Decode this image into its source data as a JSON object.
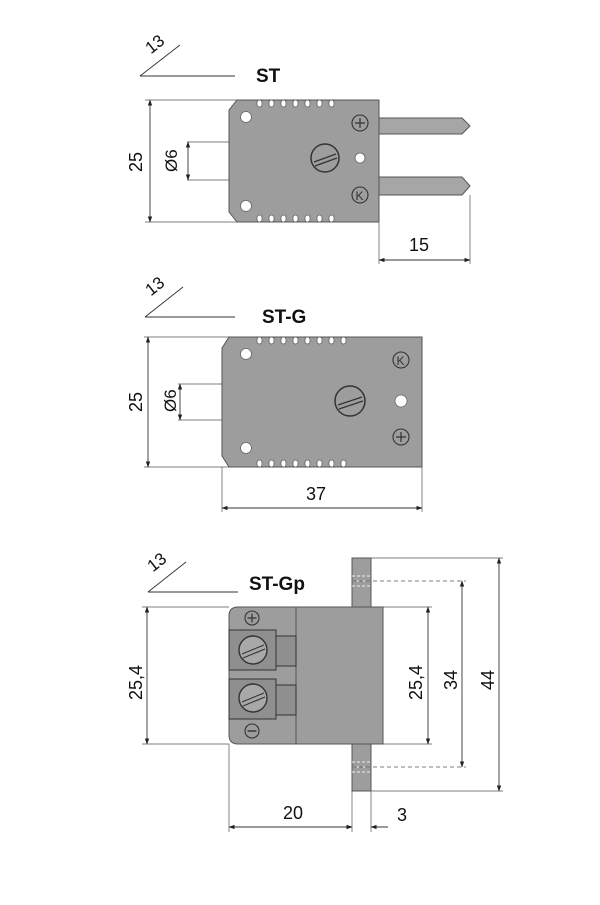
{
  "connectors": {
    "st": {
      "title": "ST",
      "angle_label": "13",
      "height_label": "25",
      "diam_label": "Ø6",
      "pin_len_label": "15",
      "marks": [
        "+",
        "K"
      ]
    },
    "stg": {
      "title": "ST-G",
      "angle_label": "13",
      "height_label": "25",
      "diam_label": "Ø6",
      "width_label": "37",
      "marks": [
        "K",
        "+"
      ]
    },
    "stgp": {
      "title": "ST-Gp",
      "angle_label": "13",
      "height_label": "25,4",
      "inner_height_label": "25,4",
      "hole_spacing_label": "34",
      "flange_height_label": "44",
      "depth_label": "20",
      "flange_thick_label": "3",
      "marks": [
        "+",
        "−"
      ]
    }
  },
  "colors": {
    "body": "#9d9d9d",
    "pin": "#a6a6a6",
    "outline": "#555555"
  }
}
